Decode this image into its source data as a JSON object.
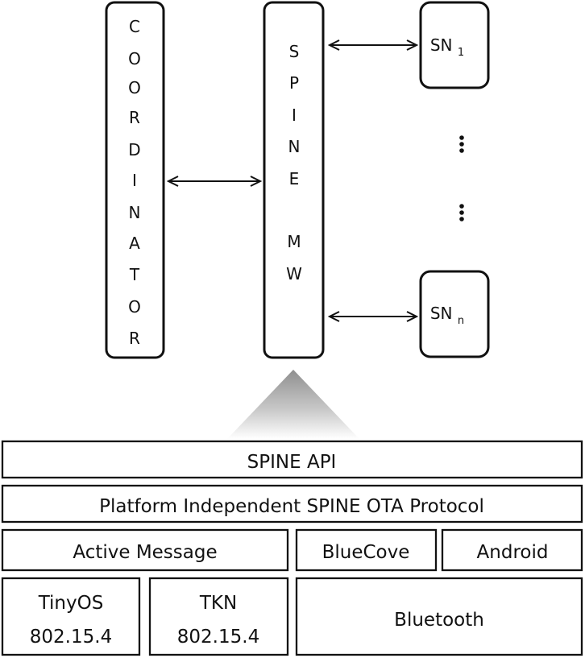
{
  "diagram": {
    "coordinator": {
      "label": "COORDINATOR",
      "letters": [
        "C",
        "O",
        "O",
        "R",
        "D",
        "I",
        "N",
        "A",
        "T",
        "O",
        "R"
      ]
    },
    "spine_mw": {
      "label": "SPINE MW",
      "letters": [
        "S",
        "P",
        "I",
        "N",
        "E",
        "",
        "M",
        "W"
      ]
    },
    "sensor_nodes": [
      {
        "base": "SN",
        "subscript": "1"
      },
      {
        "base": "SN",
        "subscript": "n"
      }
    ],
    "layers": {
      "spine_api": "SPINE API",
      "ota_protocol": "Platform Independent SPINE OTA Protocol",
      "active_message": "Active Message",
      "bluecove": "BlueCove",
      "android": "Android",
      "tinyos_line1": "TinyOS",
      "tinyos_line2": "802.15.4",
      "tkn_line1": "TKN",
      "tkn_line2": "802.15.4",
      "bluetooth": "Bluetooth"
    }
  }
}
